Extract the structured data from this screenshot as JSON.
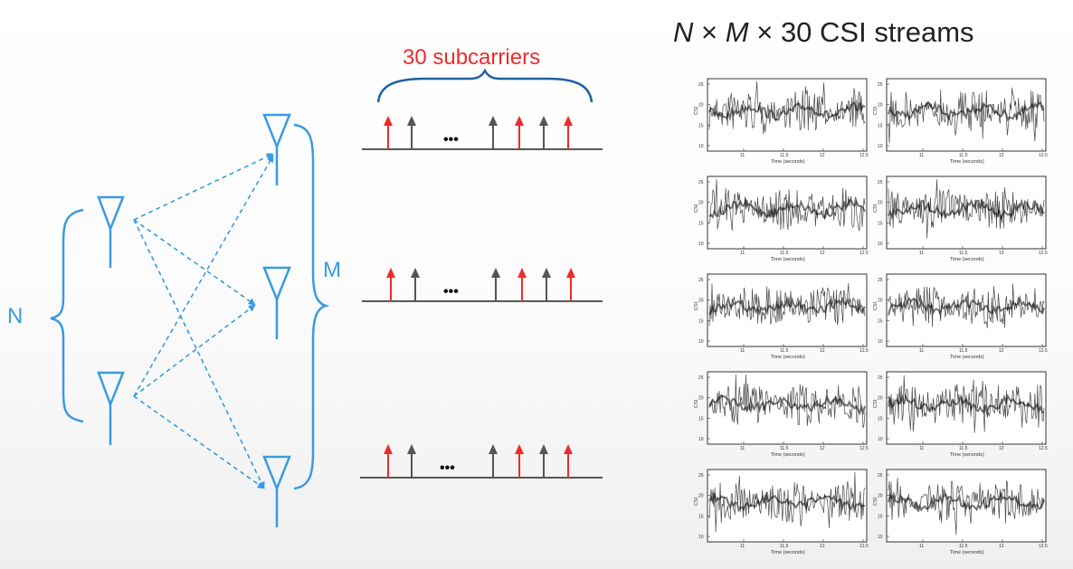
{
  "title": {
    "n_symbol": "N",
    "times_1": "×",
    "m_symbol": "M",
    "times_2": "×",
    "rest": "30 CSI streams"
  },
  "labels": {
    "N": "N",
    "M": "M",
    "subcarriers": "30 subcarriers",
    "ellipsis": "•••"
  },
  "plot_axes": {
    "xticks": [
      "11",
      "11.5",
      "12",
      "12.5"
    ],
    "yticks": [
      "25",
      "20",
      "15",
      "10"
    ],
    "xlabel": "Time (seconds)",
    "ylabel": "CSI"
  },
  "colors": {
    "antenna_blue": "#3a9be0",
    "subcarrier_red": "#ee2b2b",
    "subcarrier_gray": "#555555",
    "signal": "#1a1a1a"
  },
  "subcarrier_pattern": [
    "red",
    "gray",
    "ellipsis",
    "gray",
    "red",
    "gray",
    "red"
  ],
  "csi_grid": {
    "rows": 5,
    "cols": 2
  }
}
